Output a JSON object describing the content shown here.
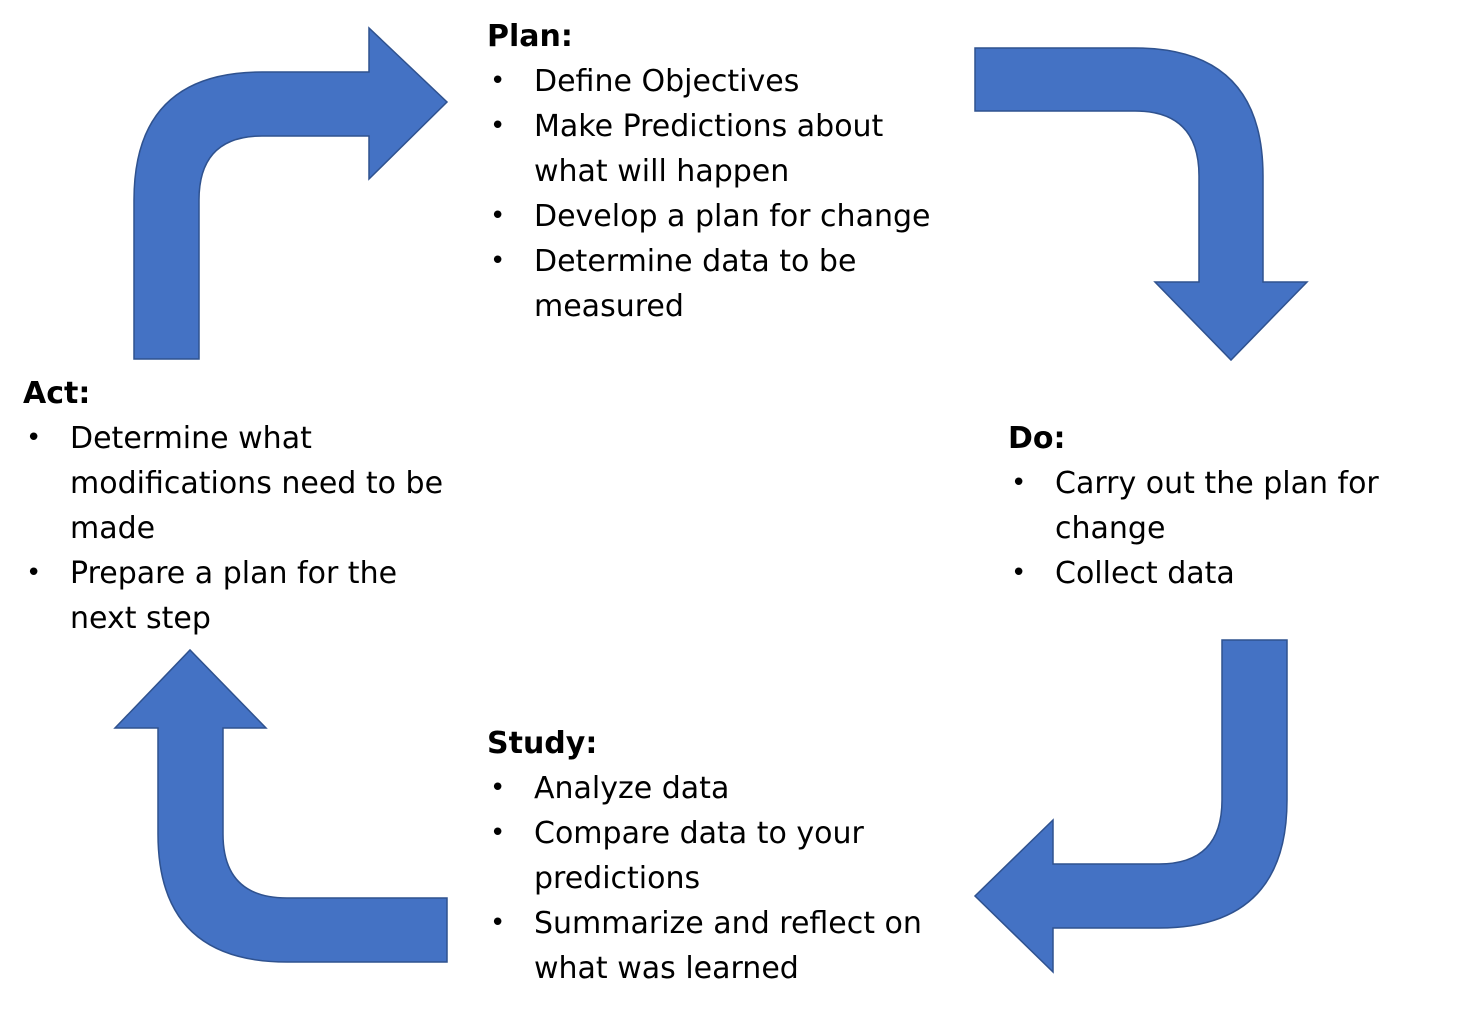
{
  "colors": {
    "arrow_fill": "#4472c4",
    "arrow_stroke": "#2f528f",
    "text": "#000000",
    "background": "#ffffff"
  },
  "bullet_glyph": "•",
  "plan": {
    "heading": "Plan:",
    "items": [
      "Define Objectives",
      "Make Predictions about what will happen",
      "Develop a plan for change",
      "Determine data to be measured"
    ]
  },
  "do": {
    "heading": "Do:",
    "items": [
      "Carry out the plan for change",
      "Collect data"
    ]
  },
  "study": {
    "heading": "Study:",
    "items": [
      "Analyze data",
      "Compare data to your predictions",
      "Summarize and reflect on what was learned"
    ]
  },
  "act": {
    "heading": "Act:",
    "items": [
      "Determine what modifications need to be made",
      "Prepare a plan for the next step"
    ]
  }
}
